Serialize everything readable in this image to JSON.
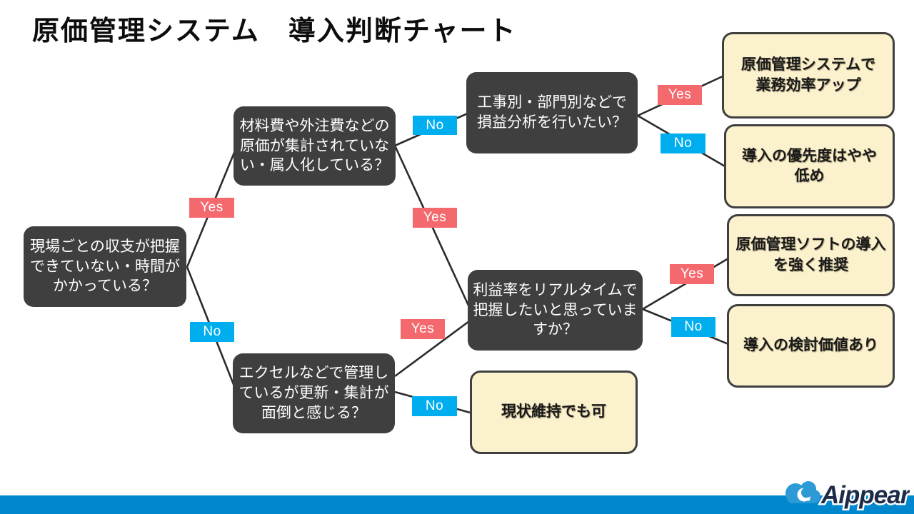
{
  "title": "原価管理システム　導入判断チャート",
  "diagram": {
    "questions": {
      "root": {
        "text": "現場ごとの収支が把握\nできていない・時間が\nかかっている？"
      },
      "materials": {
        "text": "材料費や外注費などの\n原価が集計されていな\nい・属人化している？"
      },
      "excel": {
        "text": "エクセルなどで管理し\nているが更新・集計が\n面倒と感じる？"
      },
      "analysis": {
        "text": "工事別・部門別などで\n損益分析を行いたい？"
      },
      "realtime": {
        "text": "利益率をリアルタイムで\n把握したいと思っていま\nすか？"
      }
    },
    "outcomes": {
      "efficiency": {
        "text": "原価管理システムで\n業務効率アップ"
      },
      "lowpriority": {
        "text": "導入の優先度はやや\n低め"
      },
      "strong": {
        "text": "原価管理ソフトの導入\nを強く推奨"
      },
      "worth": {
        "text": "導入の検討価値あり"
      },
      "statusquo": {
        "text": "現状維持でも可"
      }
    },
    "edges": [
      {
        "from": "root",
        "to": "materials",
        "label": "Yes"
      },
      {
        "from": "root",
        "to": "excel",
        "label": "No"
      },
      {
        "from": "materials",
        "to": "analysis",
        "label": "No"
      },
      {
        "from": "materials",
        "to": "realtime",
        "label": "Yes"
      },
      {
        "from": "excel",
        "to": "realtime",
        "label": "Yes"
      },
      {
        "from": "excel",
        "to": "statusquo",
        "label": "No"
      },
      {
        "from": "analysis",
        "to": "efficiency",
        "label": "Yes"
      },
      {
        "from": "analysis",
        "to": "lowpriority",
        "label": "No"
      },
      {
        "from": "realtime",
        "to": "strong",
        "label": "Yes"
      },
      {
        "from": "realtime",
        "to": "worth",
        "label": "No"
      }
    ],
    "colors": {
      "yes_badge": "#f4696e",
      "no_badge": "#00aeef",
      "question_fill": "#3f3f3f",
      "outcome_fill": "#fcf1cd",
      "outcome_border": "#3f3f3f",
      "connector": "#2b2b2b",
      "footer_bar": "#0187cd"
    }
  },
  "footer": {
    "brand": "Aippear"
  }
}
